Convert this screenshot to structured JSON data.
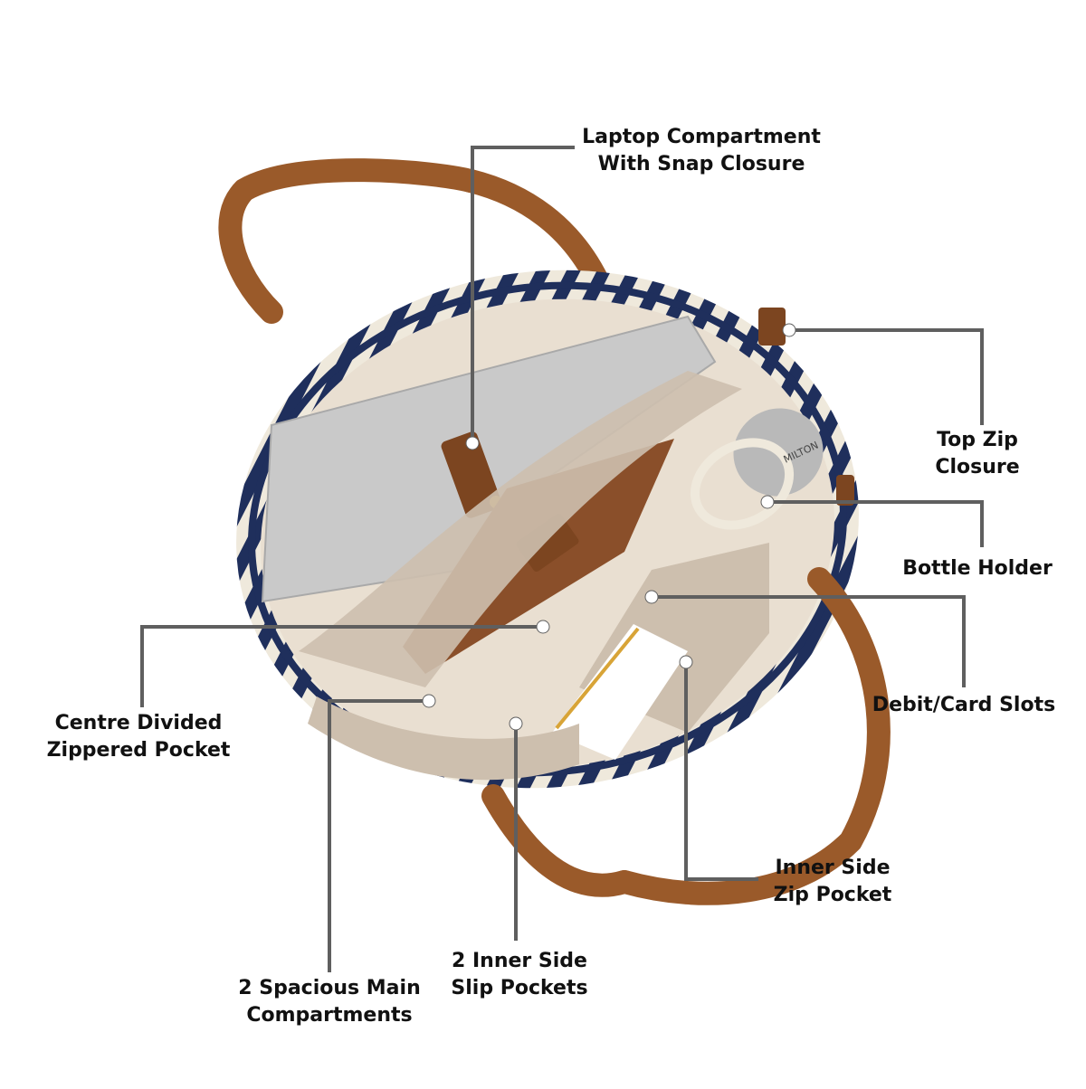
{
  "colors": {
    "leader_line": "#5f5f5f",
    "marker_dot": "#ffffff",
    "label_text": "#111111",
    "strap": "#9a5a2a",
    "strap_dark": "#7c4520",
    "stripe_navy": "#1f2f5c",
    "stripe_cream": "#efe9dc",
    "lining": "#e9dfd1",
    "lining_shadow": "#cdbfae",
    "laptop": "#c9c9c9",
    "notebook": "#8a4f2a",
    "bottle": "#b9b9b9"
  },
  "product": {
    "bottle_brand": "MILTON"
  },
  "callouts": [
    {
      "id": "laptop",
      "lines": [
        "Laptop Compartment",
        "With Snap Closure"
      ]
    },
    {
      "id": "topzip",
      "lines": [
        "Top Zip",
        "Closure"
      ]
    },
    {
      "id": "bottle",
      "lines": [
        "Bottle Holder"
      ]
    },
    {
      "id": "card",
      "lines": [
        "Debit/Card Slots"
      ]
    },
    {
      "id": "centre",
      "lines": [
        "Centre Divided",
        "Zippered Pocket"
      ]
    },
    {
      "id": "innerzip",
      "lines": [
        "Inner Side",
        "Zip Pocket"
      ]
    },
    {
      "id": "slip",
      "lines": [
        "2 Inner Side",
        "Slip Pockets"
      ]
    },
    {
      "id": "main",
      "lines": [
        "2 Spacious Main",
        "Compartments"
      ]
    }
  ]
}
